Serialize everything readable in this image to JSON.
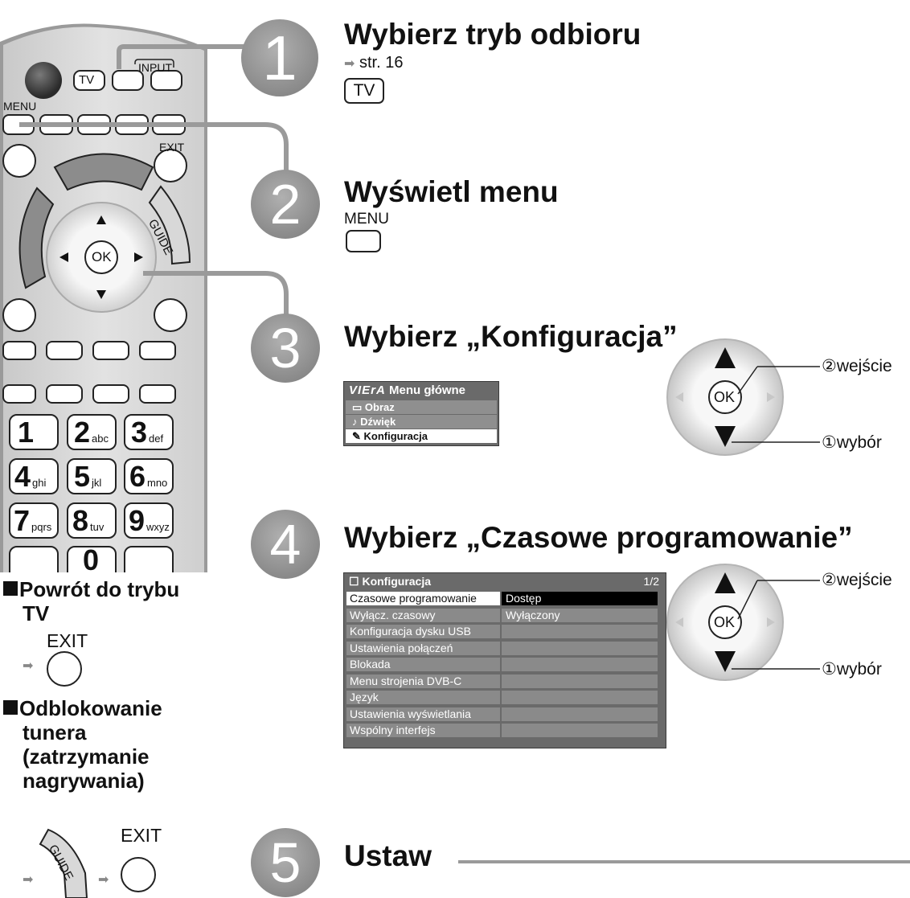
{
  "remote": {
    "input_label": "INPUT",
    "tv_label": "TV",
    "menu_label": "MENU",
    "exit_label": "EXIT",
    "guide_label": "GUIDE",
    "ok_label": "OK",
    "keys": [
      {
        "n": "1",
        "s": ""
      },
      {
        "n": "2",
        "s": "abc"
      },
      {
        "n": "3",
        "s": "def"
      },
      {
        "n": "4",
        "s": "ghi"
      },
      {
        "n": "5",
        "s": "jkl"
      },
      {
        "n": "6",
        "s": "mno"
      },
      {
        "n": "7",
        "s": "pqrs"
      },
      {
        "n": "8",
        "s": "tuv"
      },
      {
        "n": "9",
        "s": "wxyz"
      },
      {
        "n": "0",
        "s": ""
      }
    ]
  },
  "steps": [
    {
      "num": "1",
      "title": "Wybierz tryb odbioru",
      "ref": "str. 16",
      "button": "TV"
    },
    {
      "num": "2",
      "title": "Wyświetl menu",
      "button": "MENU"
    },
    {
      "num": "3",
      "title": "Wybierz „Konfiguracja”"
    },
    {
      "num": "4",
      "title": "Wybierz „Czasowe programowanie”"
    },
    {
      "num": "5",
      "title": "Ustaw"
    }
  ],
  "main_menu": {
    "header": "Menu główne",
    "brand": "VIErA",
    "items": [
      "Obraz",
      "Dźwięk",
      "Konfiguracja"
    ]
  },
  "config_menu": {
    "header": "Konfiguracja",
    "page": "1/2",
    "rows": [
      {
        "label": "Czasowe programowanie",
        "value": "Dostęp"
      },
      {
        "label": "Wyłącz. czasowy",
        "value": "Wyłączony"
      },
      {
        "label": "Konfiguracja dysku USB",
        "value": ""
      },
      {
        "label": "Ustawienia połączeń",
        "value": ""
      },
      {
        "label": "Blokada",
        "value": ""
      },
      {
        "label": "Menu strojenia DVB-C",
        "value": ""
      },
      {
        "label": "Język",
        "value": ""
      },
      {
        "label": "Ustawienia wyświetlania",
        "value": ""
      },
      {
        "label": "Wspólny interfejs",
        "value": ""
      }
    ]
  },
  "dpad_labels": {
    "enter": "②wejście",
    "select": "①wybór"
  },
  "notes": {
    "back_title_1": "Powrót do trybu",
    "back_title_2": "TV",
    "exit_label": "EXIT",
    "unlock_title_1": "Odblokowanie",
    "unlock_title_2": "tunera",
    "unlock_title_3": "(zatrzymanie",
    "unlock_title_4": "nagrywania)",
    "guide_label": "GUIDE"
  }
}
